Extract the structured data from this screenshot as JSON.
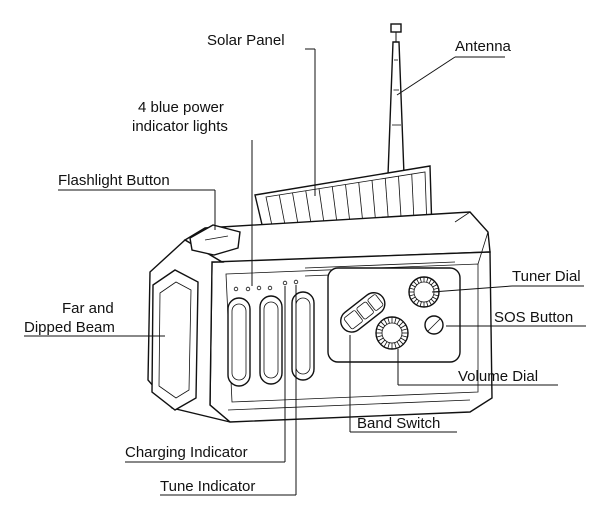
{
  "labels": {
    "solar_panel": "Solar Panel",
    "antenna": "Antenna",
    "power_lights_line1": "4 blue power",
    "power_lights_line2": "indicator lights",
    "flashlight_button": "Flashlight Button",
    "far_beam_line1": "Far and",
    "far_beam_line2": "Dipped Beam",
    "tuner_dial": "Tuner Dial",
    "sos_button": "SOS Button",
    "volume_dial": "Volume Dial",
    "band_switch": "Band Switch",
    "charging_indicator": "Charging Indicator",
    "tune_indicator": "Tune Indicator"
  },
  "colors": {
    "line": "#111111",
    "background": "#ffffff"
  }
}
